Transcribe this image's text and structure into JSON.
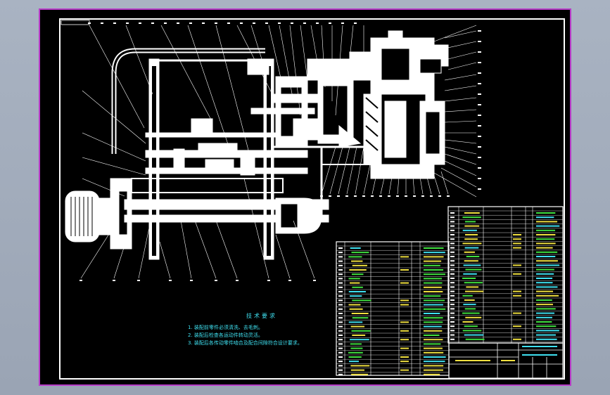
{
  "technical_requirements": {
    "title": "技术要求",
    "items": [
      "1. 装配前零件必须清洗、去毛刺。",
      "2. 装配后检查各运动件转动灵活。",
      "3. 装配后各传动零件啮合及配合间隙符合设计要求。"
    ]
  },
  "colors": {
    "sheet_border": "#b83cc8",
    "drawing": "#ffffff",
    "text_cyan": "#3fe0f0",
    "text_yellow": "#f0e040",
    "text_green": "#40e040"
  }
}
